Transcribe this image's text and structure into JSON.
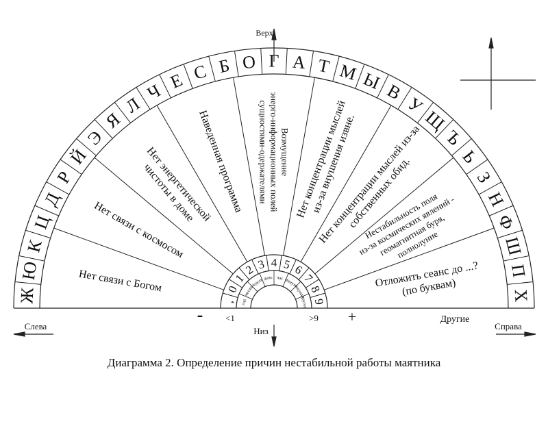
{
  "outer_ring_letters": [
    "Ж",
    "Ю",
    "К",
    "Ц",
    "Д",
    "Р",
    "Й",
    "Э",
    "Я",
    "Л",
    "Ч",
    "Е",
    "С",
    "Б",
    "О",
    "Г",
    "А",
    "Т",
    "М",
    "Ы",
    "В",
    "У",
    "Щ",
    "Ъ",
    "Ь",
    "З",
    "Н",
    "Ф",
    "Ш",
    "П",
    "Х"
  ],
  "sector_labels": [
    [
      "Нет связи с Богом"
    ],
    [
      "Нет связи с космосом"
    ],
    [
      "Нет энергетической",
      "чистоты в доме"
    ],
    [
      "Наведенная программа"
    ],
    [
      "Возмущение",
      "энерго-информационных полей",
      "сущностями-одержателями"
    ],
    [
      "Нет концентрации мыслей",
      "из-за внушения извне."
    ],
    [
      "Нет концентрации мыслей из-за",
      "собственных обид."
    ],
    [
      "Нестабильность поля",
      "из-за космических явлений -",
      "геомагнитная буря,",
      "полнолуние"
    ],
    [
      "Отложить сеанс до ...?",
      "(по буквам)"
    ]
  ],
  "digits": [
    ",",
    "0",
    "1",
    "2",
    "3",
    "4",
    "5",
    "6",
    "7",
    "8",
    "9"
  ],
  "inner_ring_labels": [
    "год",
    "месяц",
    "неделя",
    "день",
    "час",
    "минута",
    "секунда",
    "другое"
  ],
  "axis": {
    "top": "Верх",
    "bottom": "Низ",
    "left": "Слева",
    "right": "Справа",
    "less_than_one": "<1",
    "greater_than_nine": ">9",
    "minus": "-",
    "plus": "+",
    "other": "Другие"
  },
  "caption": "Диаграмма 2. Определение причин нестабильной работы маятника"
}
